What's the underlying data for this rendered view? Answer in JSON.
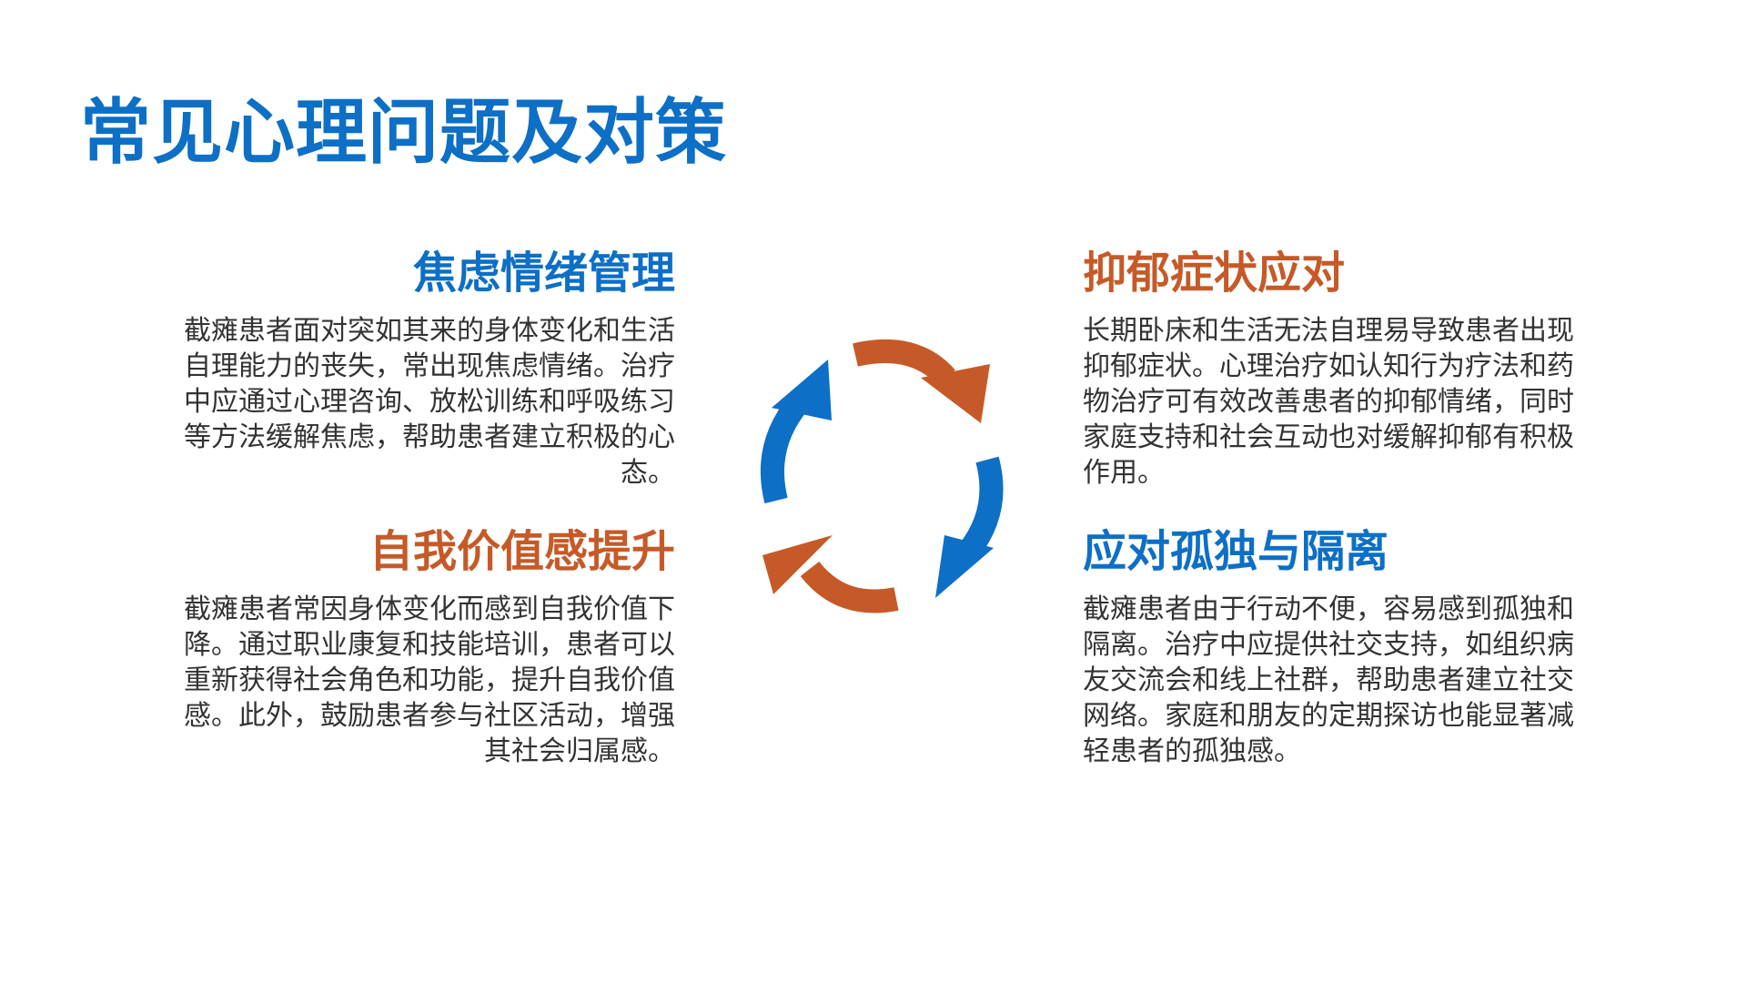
{
  "title": "常见心理问题及对策",
  "sections": {
    "anxiety": {
      "heading": "焦虑情绪管理",
      "body": "截瘫患者面对突如其来的身体变化和生活自理能力的丧失，常出现焦虑情绪。治疗中应通过心理咨询、放松训练和呼吸练习等方法缓解焦虑，帮助患者建立积极的心态。"
    },
    "depression": {
      "heading": "抑郁症状应对",
      "body": "长期卧床和生活无法自理易导致患者出现抑郁症状。心理治疗如认知行为疗法和药物治疗可有效改善患者的抑郁情绪，同时家庭支持和社会互动也对缓解抑郁有积极作用。"
    },
    "self_worth": {
      "heading": "自我价值感提升",
      "body": "截瘫患者常因身体变化而感到自我价值下降。通过职业康复和技能培训，患者可以重新获得社会角色和功能，提升自我价值感。此外，鼓励患者参与社区活动，增强其社会归属感。"
    },
    "isolation": {
      "heading": "应对孤独与隔离",
      "body": "截瘫患者由于行动不便，容易感到孤独和隔离。治疗中应提供社交支持，如组织病友交流会和线上社群，帮助患者建立社交网络。家庭和朋友的定期探访也能显著减轻患者的孤独感。"
    }
  },
  "colors": {
    "blue": "#0d6fc5",
    "orange": "#c55a28",
    "text": "#333333"
  },
  "icons": {
    "cycle": "cycle-arrows-icon"
  }
}
